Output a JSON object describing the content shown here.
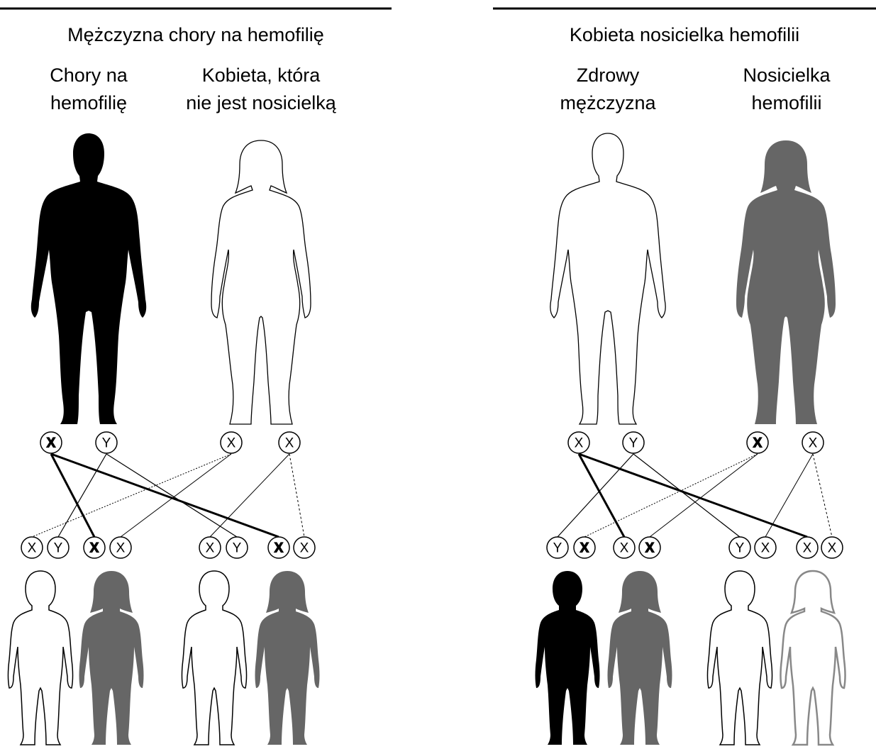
{
  "panels": [
    {
      "title": "Mężczyzna chory na hemofilię",
      "father_label": [
        "Chory na",
        "hemofilię"
      ],
      "mother_label": [
        "Kobieta, która",
        "nie jest nosicielką"
      ],
      "father_status": "affected",
      "mother_status": "healthy",
      "father_chromosomes": [
        {
          "letter": "X",
          "variant": "affected"
        },
        {
          "letter": "Y",
          "variant": "normal"
        }
      ],
      "mother_chromosomes": [
        {
          "letter": "X",
          "variant": "normal"
        },
        {
          "letter": "X",
          "variant": "normal"
        }
      ],
      "children": [
        {
          "sex": "boy",
          "status": "healthy",
          "chromosomes": [
            {
              "letter": "X",
              "variant": "normal"
            },
            {
              "letter": "Y",
              "variant": "normal"
            }
          ]
        },
        {
          "sex": "girl",
          "status": "carrier",
          "chromosomes": [
            {
              "letter": "X",
              "variant": "affected"
            },
            {
              "letter": "X",
              "variant": "normal"
            }
          ]
        },
        {
          "sex": "boy",
          "status": "healthy",
          "chromosomes": [
            {
              "letter": "X",
              "variant": "normal"
            },
            {
              "letter": "Y",
              "variant": "normal"
            }
          ]
        },
        {
          "sex": "girl",
          "status": "carrier",
          "chromosomes": [
            {
              "letter": "X",
              "variant": "affected"
            },
            {
              "letter": "X",
              "variant": "normal"
            }
          ]
        }
      ]
    },
    {
      "title": "Kobieta nosicielka hemofilii",
      "father_label": [
        "Zdrowy",
        "mężczyzna"
      ],
      "mother_label": [
        "Nosicielka",
        "hemofilii"
      ],
      "father_status": "healthy",
      "mother_status": "carrier",
      "father_chromosomes": [
        {
          "letter": "X",
          "variant": "normal"
        },
        {
          "letter": "Y",
          "variant": "normal"
        }
      ],
      "mother_chromosomes": [
        {
          "letter": "X",
          "variant": "affected"
        },
        {
          "letter": "X",
          "variant": "normal"
        }
      ],
      "children": [
        {
          "sex": "boy",
          "status": "affected",
          "chromosomes": [
            {
              "letter": "Y",
              "variant": "normal"
            },
            {
              "letter": "X",
              "variant": "affected"
            }
          ]
        },
        {
          "sex": "girl",
          "status": "carrier",
          "chromosomes": [
            {
              "letter": "X",
              "variant": "normal"
            },
            {
              "letter": "X",
              "variant": "affected"
            }
          ]
        },
        {
          "sex": "boy",
          "status": "healthy",
          "chromosomes": [
            {
              "letter": "Y",
              "variant": "normal"
            },
            {
              "letter": "X",
              "variant": "normal"
            }
          ]
        },
        {
          "sex": "girl",
          "status": "healthy",
          "chromosomes": [
            {
              "letter": "X",
              "variant": "normal"
            },
            {
              "letter": "X",
              "variant": "normal"
            }
          ]
        }
      ]
    }
  ],
  "colors": {
    "affected": "#000000",
    "carrier": "#666666",
    "healthy": "#ffffff",
    "outline": "#000000",
    "healthy_girl_outline_light": "#888888"
  }
}
